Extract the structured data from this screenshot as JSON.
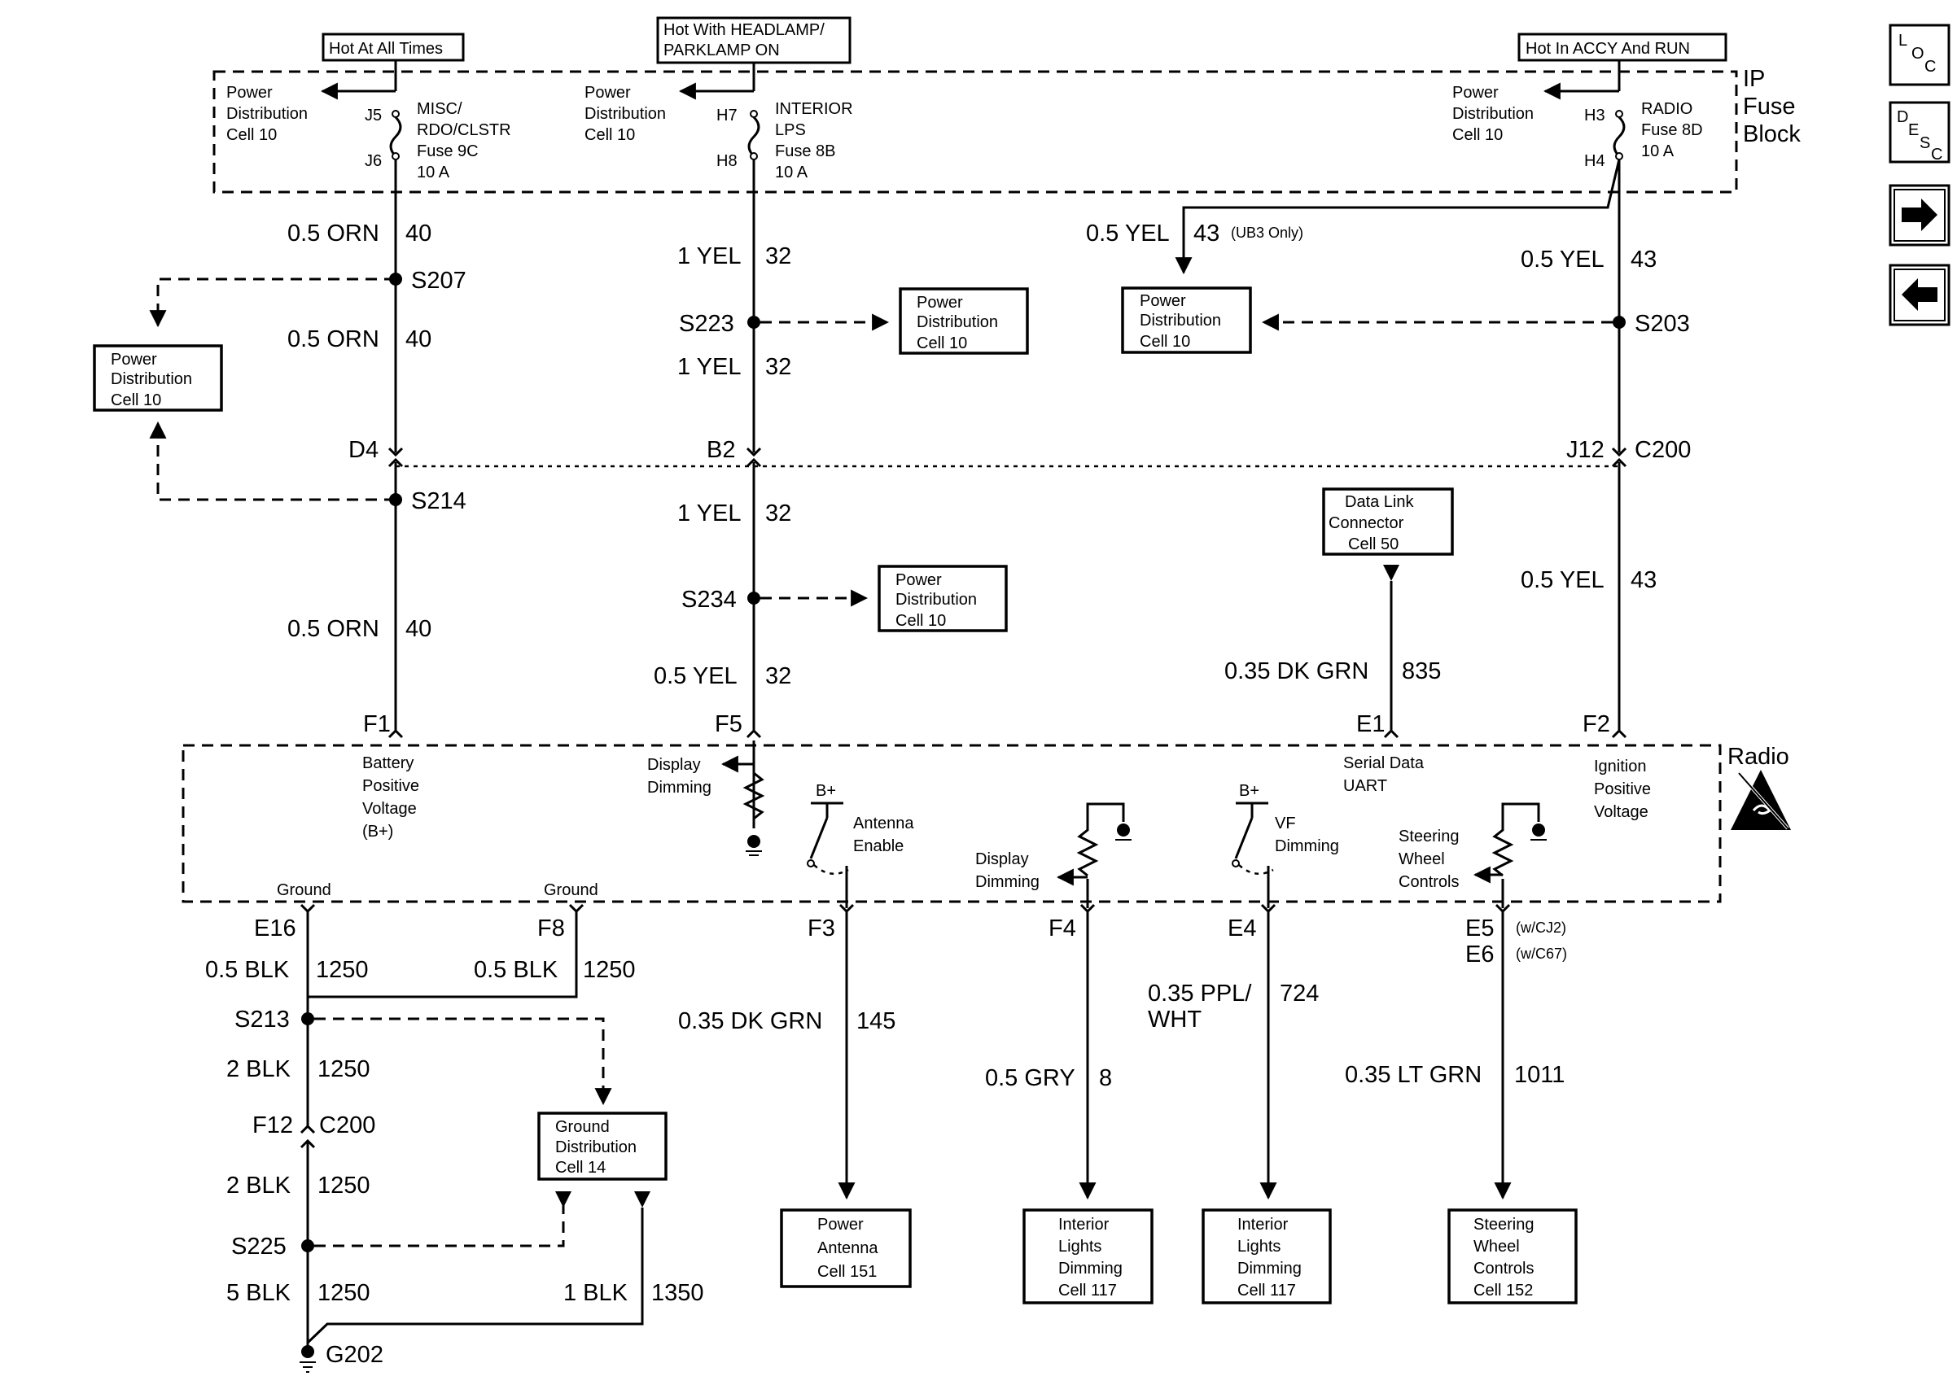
{
  "hot": {
    "always": "Hot At All Times",
    "headlamp_1": "Hot With HEADLAMP/",
    "headlamp_2": "PARKLAMP ON",
    "accy": "Hot In ACCY And RUN"
  },
  "fuse_block": {
    "title_1": "IP",
    "title_2": "Fuse",
    "title_3": "Block",
    "pd_1": "Power",
    "pd_2": "Distribution",
    "pd_3": "Cell 10",
    "fuse9c": {
      "l1": "MISC/",
      "l2": "RDO/CLSTR",
      "l3": "Fuse 9C",
      "l4": "10 A",
      "in": "J5",
      "out": "J6"
    },
    "fuse8b": {
      "l1": "INTERIOR",
      "l2": "LPS",
      "l3": "Fuse 8B",
      "l4": "10 A",
      "in": "H7",
      "out": "H8"
    },
    "fuse8d": {
      "l1": "RADIO",
      "l2": "Fuse 8D",
      "l3": "10 A",
      "in": "H3",
      "out": "H4"
    }
  },
  "wires": {
    "orn_gauge": "0.5 ORN",
    "orn_circuit": "40",
    "yel1_gauge": "1 YEL",
    "yel05_gauge": "0.5 YEL",
    "yel_circuit": "32",
    "ryel_gauge": "0.5 YEL",
    "ryel_circuit": "43",
    "ub3": "(UB3 Only)",
    "dkgrn035": "0.35 DK GRN",
    "dlc_circuit": "835",
    "ant_circuit": "145",
    "blk05": "0.5 BLK",
    "blk2": "2 BLK",
    "blk5": "5 BLK",
    "blk1": "1 BLK",
    "blk_circuit": "1250",
    "blk_circuit2": "1350",
    "gry": "0.5 GRY",
    "gry_circuit": "8",
    "ppl_1": "0.35 PPL/",
    "ppl_2": "WHT",
    "ppl_circuit": "724",
    "ltgrn": "0.35 LT GRN",
    "ltgrn_circuit": "1011"
  },
  "splices": {
    "s207": "S207",
    "s214": "S214",
    "s223": "S223",
    "s234": "S234",
    "s203": "S203",
    "s213": "S213",
    "s225": "S225",
    "g202": "G202"
  },
  "connectors": {
    "d4": "D4",
    "b2": "B2",
    "j12": "J12",
    "c200": "C200",
    "f1": "F1",
    "f5": "F5",
    "e1": "E1",
    "f2": "F2",
    "e16": "E16",
    "f8": "F8",
    "f3": "F3",
    "f4": "F4",
    "e4": "E4",
    "e5": "E5",
    "e6": "E6",
    "wcj2": "(w/CJ2)",
    "wc67": "(w/C67)",
    "f12": "F12",
    "c200b": "C200"
  },
  "boxes": {
    "pd_1": "Power",
    "pd_2": "Distribution",
    "pd_3": "Cell 10",
    "dlc_1": "Data Link",
    "dlc_2": "Connector",
    "dlc_3": "Cell 50",
    "gd_1": "Ground",
    "gd_2": "Distribution",
    "gd_3": "Cell 14",
    "pa_1": "Power",
    "pa_2": "Antenna",
    "pa_3": "Cell 151",
    "il_1": "Interior",
    "il_2": "Lights",
    "il_3": "Dimming",
    "il_4": "Cell 117",
    "sw_1": "Steering",
    "sw_2": "Wheel",
    "sw_3": "Controls",
    "sw_4": "Cell 152"
  },
  "radio": {
    "title": "Radio",
    "batt_1": "Battery",
    "batt_2": "Positive",
    "batt_3": "Voltage",
    "batt_4": "(B+)",
    "disp_1": "Display",
    "disp_2": "Dimming",
    "bplus": "B+",
    "ant_1": "Antenna",
    "ant_2": "Enable",
    "vf_1": "VF",
    "vf_2": "Dimming",
    "swc_1": "Steering",
    "swc_2": "Wheel",
    "swc_3": "Controls",
    "serial_1": "Serial Data",
    "serial_2": "UART",
    "ign_1": "Ignition",
    "ign_2": "Positive",
    "ign_3": "Voltage",
    "ground": "Ground"
  },
  "nav": {
    "loc_l": "L",
    "loc_o": "O",
    "loc_c": "C",
    "desc_d": "D",
    "desc_e": "E",
    "desc_s": "S",
    "desc_c": "C"
  }
}
